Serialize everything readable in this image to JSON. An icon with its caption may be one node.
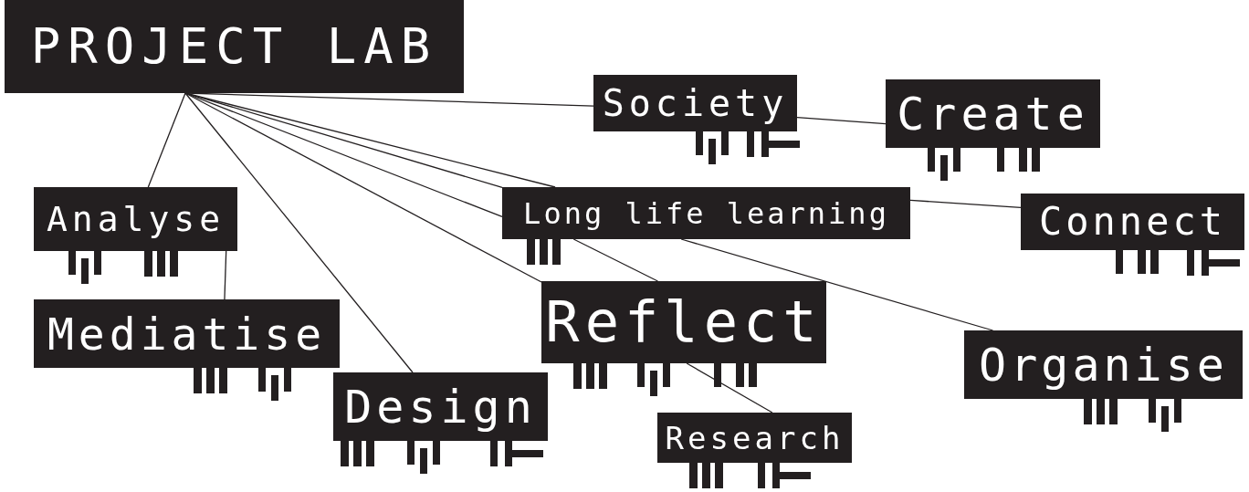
{
  "diagram": {
    "nodes": [
      {
        "text": [
          "PROJECT LAB"
        ]
      },
      {
        "text": [
          "Society"
        ]
      },
      {
        "text": [
          "Create"
        ]
      },
      {
        "text": [
          "Analyse"
        ]
      },
      {
        "text": [
          "Long life learning"
        ]
      },
      {
        "text": [
          "Connect"
        ]
      },
      {
        "text": [
          "Mediatise"
        ]
      },
      {
        "text": [
          "Reflect"
        ]
      },
      {
        "text": [
          "Organise"
        ]
      },
      {
        "text": [
          "Design"
        ]
      },
      {
        "text": [
          "Research"
        ]
      }
    ],
    "edges": [
      {
        "from": 0,
        "to": 1,
        "arrow": "none"
      },
      {
        "from": 1,
        "to": 2,
        "arrow": "none"
      },
      {
        "from": 0,
        "to": 3,
        "arrow": "none"
      },
      {
        "from": 3,
        "to": 6,
        "arrow": "none"
      },
      {
        "from": 0,
        "to": 9,
        "arrow": "none"
      },
      {
        "from": 0,
        "to": 4,
        "arrow": "none"
      },
      {
        "from": 0,
        "to": 4,
        "arrow": "none"
      },
      {
        "from": 0,
        "to": 4,
        "arrow": "none"
      },
      {
        "from": 4,
        "to": 5,
        "arrow": "none"
      },
      {
        "from": 4,
        "to": 7,
        "arrow": "none"
      },
      {
        "from": 4,
        "to": 8,
        "arrow": "none"
      },
      {
        "from": 0,
        "to": 7,
        "arrow": "none"
      },
      {
        "from": 7,
        "to": 10,
        "arrow": "none"
      }
    ]
  }
}
